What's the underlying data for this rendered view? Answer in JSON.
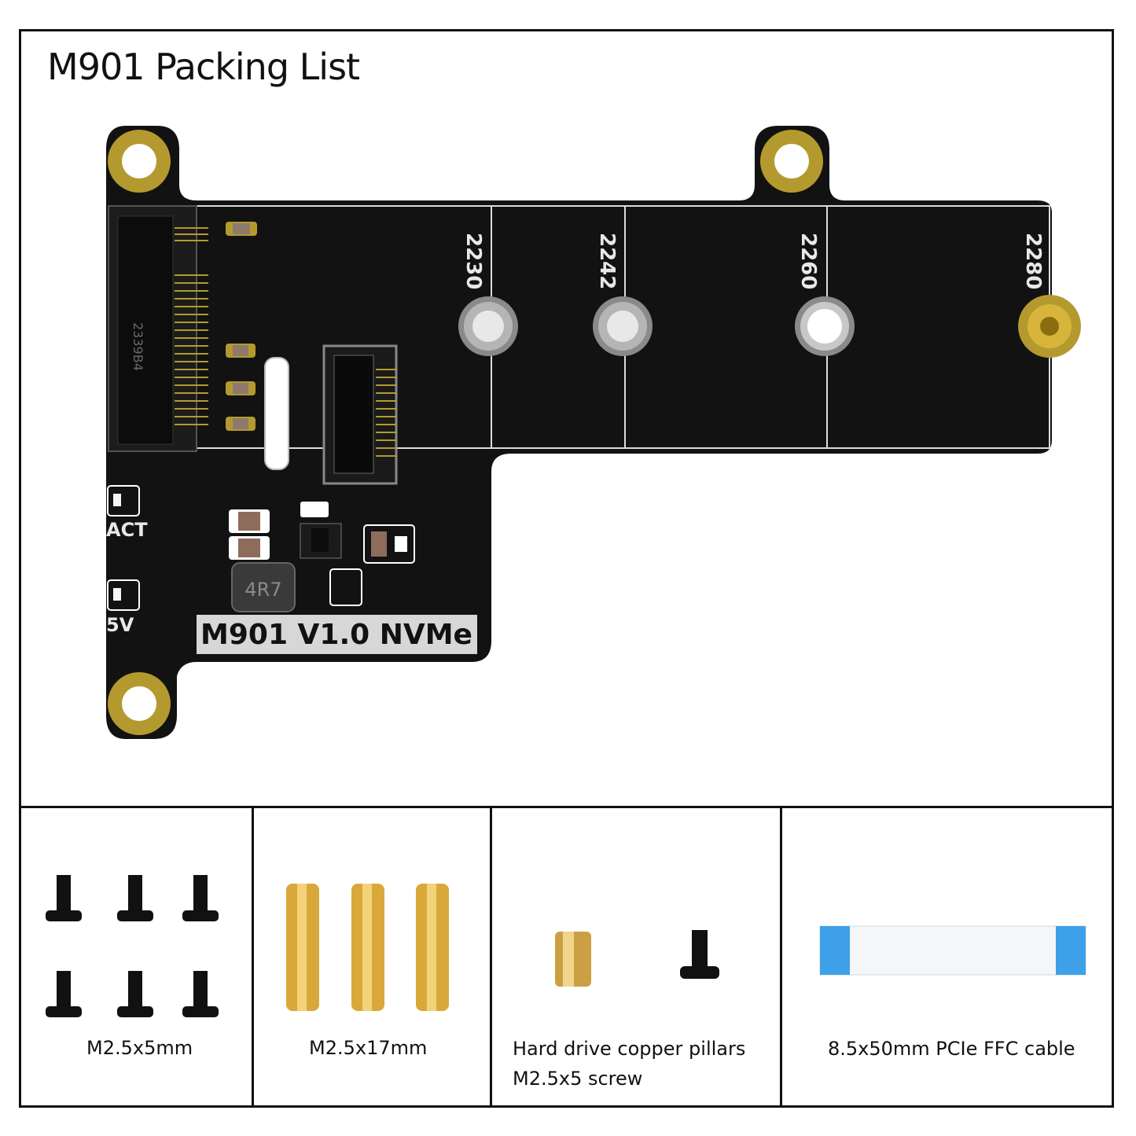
{
  "title": "M901 Packing List",
  "board": {
    "model_label": "M901 V1.0 NVMe",
    "size_marks": [
      "2230",
      "2242",
      "2260",
      "2280"
    ],
    "led_labels": {
      "act": "ACT",
      "power": "5V"
    },
    "inductor_label": "4R7",
    "connector_code": "2339B4",
    "colors": {
      "pcb": "#121212",
      "gold": "#c9a227",
      "silk": "#e8e8e8"
    }
  },
  "items": [
    {
      "label": "M2.5x5mm"
    },
    {
      "label": "M2.5x17mm"
    },
    {
      "label_line1": "Hard drive copper pillars",
      "label_line2": "M2.5x5 screw"
    },
    {
      "label": "8.5x50mm PCIe FFC cable"
    }
  ]
}
